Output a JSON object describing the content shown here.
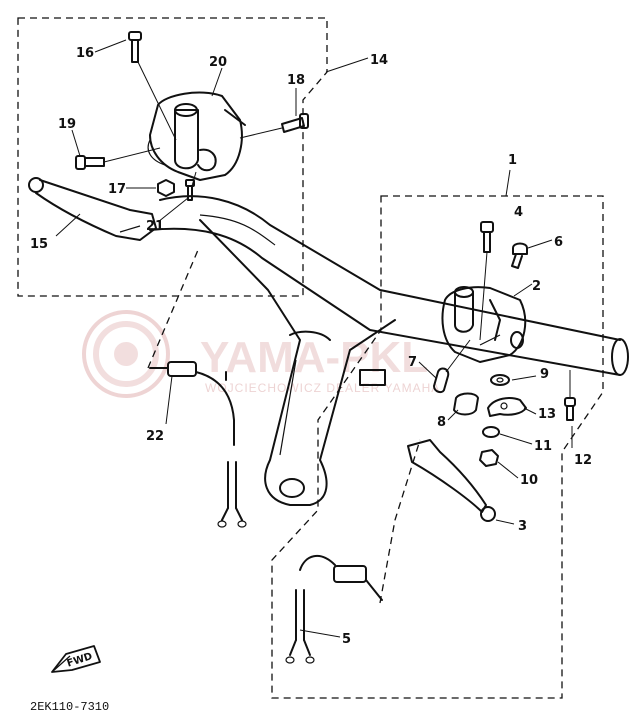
{
  "diagram_code": "2EK110-7310",
  "fwd_label": "FWD",
  "watermark": {
    "brand": "YAMA-PKL",
    "sub": "WOJCIECHOWICZ DEALER YAMAHA"
  },
  "callouts": [
    {
      "id": "1",
      "label": "1"
    },
    {
      "id": "2",
      "label": "2"
    },
    {
      "id": "3",
      "label": "3"
    },
    {
      "id": "4",
      "label": "4"
    },
    {
      "id": "5",
      "label": "5"
    },
    {
      "id": "6",
      "label": "6"
    },
    {
      "id": "7",
      "label": "7"
    },
    {
      "id": "8",
      "label": "8"
    },
    {
      "id": "9",
      "label": "9"
    },
    {
      "id": "10",
      "label": "10"
    },
    {
      "id": "11",
      "label": "11"
    },
    {
      "id": "12",
      "label": "12"
    },
    {
      "id": "13",
      "label": "13"
    },
    {
      "id": "14",
      "label": "14"
    },
    {
      "id": "15",
      "label": "15"
    },
    {
      "id": "16",
      "label": "16"
    },
    {
      "id": "17",
      "label": "17"
    },
    {
      "id": "18",
      "label": "18"
    },
    {
      "id": "19",
      "label": "19"
    },
    {
      "id": "20",
      "label": "20"
    },
    {
      "id": "21",
      "label": "21"
    },
    {
      "id": "22",
      "label": "22"
    }
  ],
  "colors": {
    "ink": "#111111",
    "watermark": "#d9a0a0"
  }
}
